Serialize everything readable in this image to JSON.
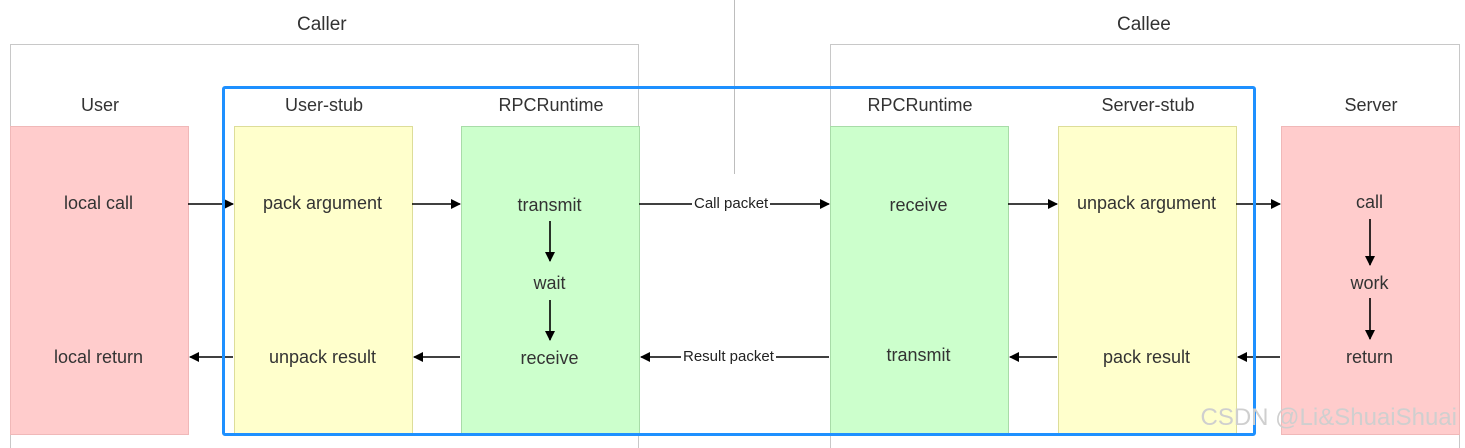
{
  "groups": {
    "caller": "Caller",
    "callee": "Callee"
  },
  "columns": {
    "user": "User",
    "user_stub": "User-stub",
    "rpc_runtime_left": "RPCRuntime",
    "rpc_runtime_right": "RPCRuntime",
    "server_stub": "Server-stub",
    "server": "Server"
  },
  "steps": {
    "local_call": "local call",
    "local_return": "local return",
    "pack_argument": "pack argument",
    "unpack_result": "unpack result",
    "transmit_left": "transmit",
    "wait": "wait",
    "receive_left": "receive",
    "receive_right": "receive",
    "transmit_right": "transmit",
    "unpack_argument": "unpack argument",
    "pack_result": "pack result",
    "call": "call",
    "work": "work",
    "return": "return"
  },
  "edges": {
    "call_packet": "Call packet",
    "result_packet": "Result packet"
  },
  "colors": {
    "user_server_fill": "#ffcccc",
    "stub_fill": "#ffffcc",
    "runtime_fill": "#ccffcc",
    "highlight": "#1e90ff"
  },
  "watermark": "CSDN @Li&ShuaiShuai"
}
